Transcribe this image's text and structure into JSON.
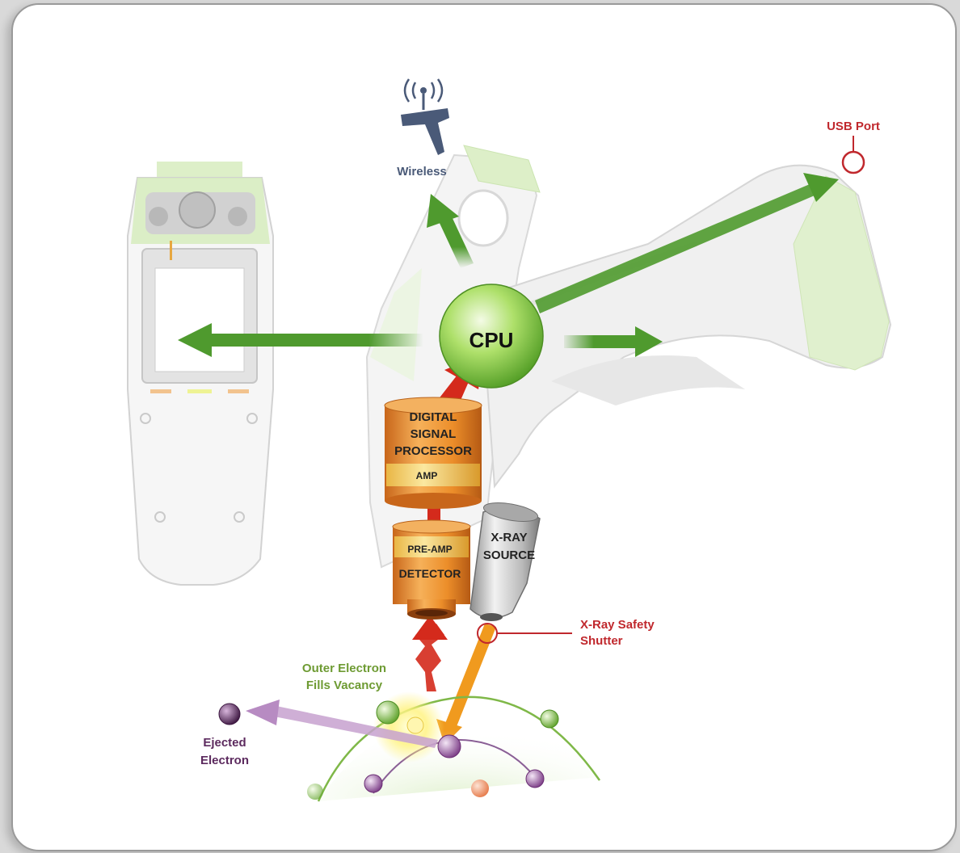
{
  "labels": {
    "wireless": "Wireless",
    "usb_port": "USB Port",
    "cpu": "CPU",
    "dsp_line1": "DIGITAL",
    "dsp_line2": "SIGNAL",
    "dsp_line3": "PROCESSOR",
    "amp": "AMP",
    "pre_amp": "PRE-AMP",
    "detector": "DETECTOR",
    "xray_line1": "X-RAY",
    "xray_line2": "SOURCE",
    "safety_line1": "X-Ray Safety",
    "safety_line2": "Shutter",
    "outer_line1": "Outer Electron",
    "outer_line2": "Fills Vacancy",
    "ejected_line1": "Ejected",
    "ejected_line2": "Electron"
  },
  "colors": {
    "flow_arrow": "#4f9a2e",
    "signal_arrow": "#d42a1c",
    "xray_beam": "#f09a1e",
    "cpu": "#7cc43c",
    "component": "#e88a22",
    "callout_red": "#c0282d",
    "green_text": "#6e9b33",
    "purple_text": "#5c2a5e",
    "wireless_blue": "#4a5a78"
  },
  "icons": {
    "wireless": "wireless-antenna-icon",
    "usb": "usb-port-icon"
  }
}
